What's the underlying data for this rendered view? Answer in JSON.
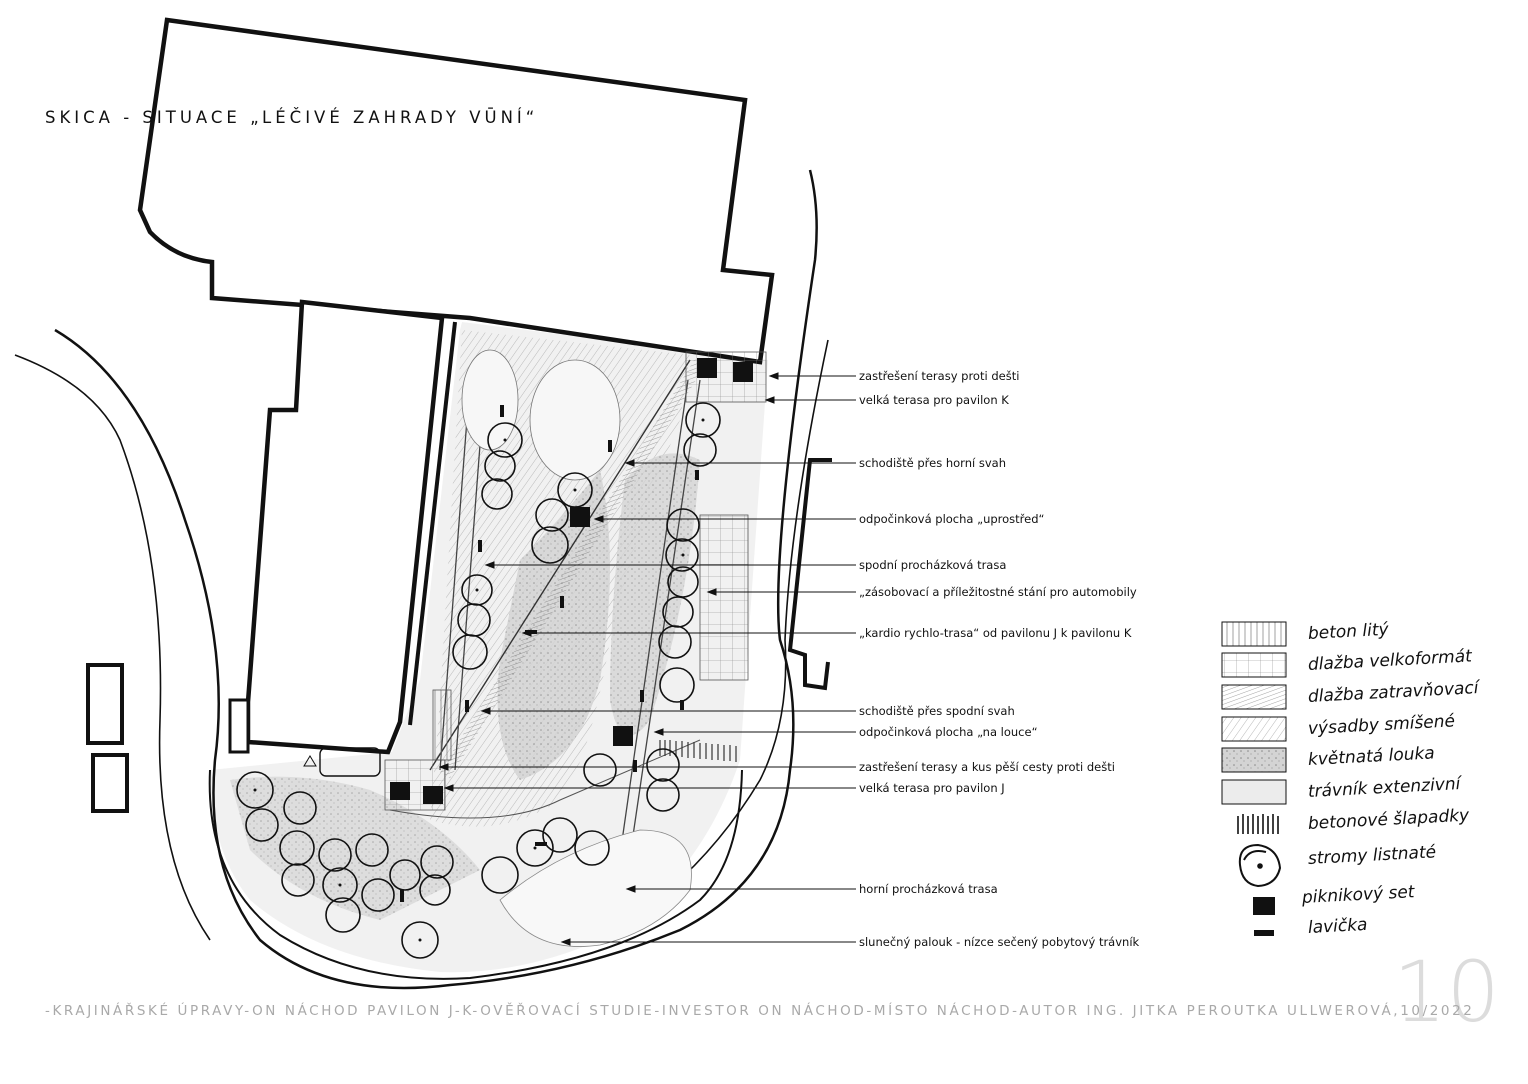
{
  "title": "SKICA - SITUACE „LÉČIVÉ ZAHRADY VŪNÍ“",
  "footer": "-KRAJINÁŘSKÉ ÚPRAVY-ON NÁCHOD PAVILON J-K-OVĚŘOVACÍ STUDIE-INVESTOR ON NÁCHOD-MÍSTO NÁCHOD-AUTOR ING. JITKA PEROUTKA ULLWEROVÁ,10/2022",
  "page_number": "10",
  "annotations": [
    "zastřešení terasy proti dešti",
    "velká terasa pro pavilon K",
    "schodiště přes horní svah",
    "odpočinková plocha „uprostřed“",
    "spodní procházková trasa",
    "„zásobovací a příležitostné stání pro automobily",
    "„kardio rychlo-trasa“ od pavilonu J k pavilonu K",
    "schodiště přes spodní svah",
    "odpočinková plocha „na louce“",
    "zastřešení terasy a kus pěší cesty proti dešti",
    "velká terasa pro pavilon J",
    "horní procházková trasa",
    "slunečný palouk - nízce sečený pobytový trávník"
  ],
  "legend": [
    {
      "label": "beton litý",
      "symbol": "concrete-hatch"
    },
    {
      "label": "dlažba velkoformát",
      "symbol": "large-paving-grid"
    },
    {
      "label": "dlažba zatravňovací",
      "symbol": "grass-paving-hatch"
    },
    {
      "label": "výsadby smíšené",
      "symbol": "mixed-planting-texture"
    },
    {
      "label": "květnatá louka",
      "symbol": "meadow-stipple"
    },
    {
      "label": "trávník extenzivní",
      "symbol": "lawn-gradient"
    },
    {
      "label": "betonové šlapadky",
      "symbol": "stepping-stones-icon"
    },
    {
      "label": "stromy listnaté",
      "symbol": "deciduous-tree-icon"
    },
    {
      "label": "piknikový set",
      "symbol": "picnic-set-icon"
    },
    {
      "label": "lavička",
      "symbol": "bench-icon"
    }
  ],
  "colors": {
    "ink": "#111111",
    "footer_gray": "#a9a9a9",
    "pagenum_gray": "#dcdcdc",
    "meadow": "#d0d0d0",
    "lawn": "#ececec"
  }
}
